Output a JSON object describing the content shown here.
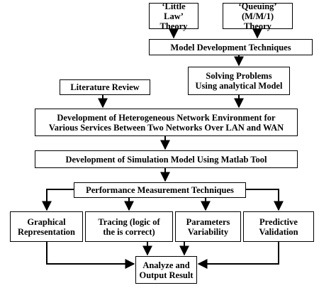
{
  "nodes": {
    "little_law": "‘Little Law’\nTheory",
    "queuing": "‘Queuing’ (M/M/1)\nTheory",
    "model_dev": "Model Development Techniques",
    "literature": "Literature Review",
    "solving": "Solving Problems\nUsing analytical Model",
    "heterogeneous": "Development of Heterogeneous Network Environment for\nVarious Services Between Two Networks Over LAN and WAN",
    "simulation": "Development of Simulation Model Using Matlab Tool",
    "performance": "Performance Measurement Techniques",
    "graphical": "Graphical\nRepresentation",
    "tracing": "Tracing (logic of\nthe is correct)",
    "parameters": "Parameters\nVariability",
    "predictive": "Predictive\nValidation",
    "analyze": "Analyze and\nOutput Result"
  }
}
